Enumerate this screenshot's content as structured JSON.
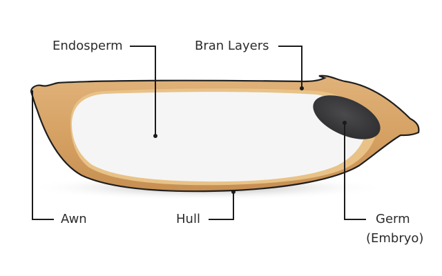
{
  "labels": {
    "endosperm": "Endosperm",
    "bran_layers": "Bran Layers",
    "awn": "Awn",
    "hull": "Hull",
    "germ": "Germ",
    "embryo": "(Embryo)"
  },
  "colors": {
    "hull_outer": "#d4a467",
    "hull_edge": "#1e1e1e",
    "bran": "#e3bb7d",
    "endosperm": "#f6f6f7",
    "germ": "#3f3f42",
    "shadow": "#bdbdbd"
  }
}
